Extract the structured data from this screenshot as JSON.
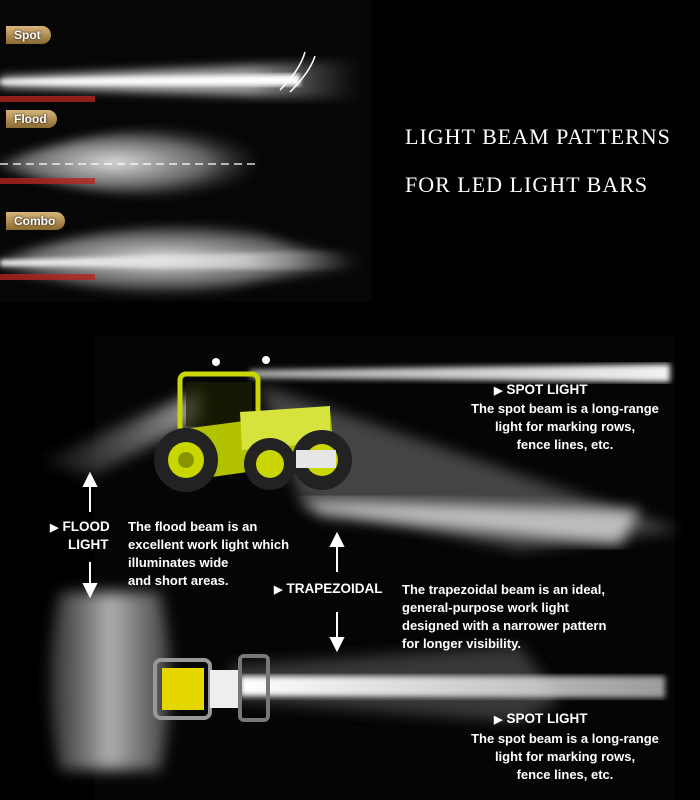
{
  "beams": {
    "spot": "Spot",
    "flood": "Flood",
    "combo": "Combo"
  },
  "headline": {
    "line1": "LIGHT BEAM PATTERNS",
    "line2": "FOR LED LIGHT BARS"
  },
  "spot_top": {
    "title": "SPOT LIGHT",
    "description": [
      "The spot beam is a long-range",
      "light for marking rows,",
      "fence lines, etc."
    ]
  },
  "flood": {
    "title_line1": "FLOOD",
    "title_line2": "LIGHT",
    "description": [
      "The flood beam is an",
      "excellent work light which",
      "illuminates wide",
      "and short areas."
    ]
  },
  "trapezoidal": {
    "title": "TRAPEZOIDAL",
    "description": [
      "The trapezoidal beam is an ideal,",
      "general-purpose work light",
      "designed with a narrower pattern",
      "for longer visibility."
    ]
  },
  "spot_bottom": {
    "title": "SPOT LIGHT",
    "description": [
      "The spot beam is a long-range",
      "light for marking rows,",
      "fence lines, etc."
    ]
  },
  "colors": {
    "tractor": "#c9d600",
    "tag_gold": "#c8a05a",
    "beam": "#ffffff"
  }
}
